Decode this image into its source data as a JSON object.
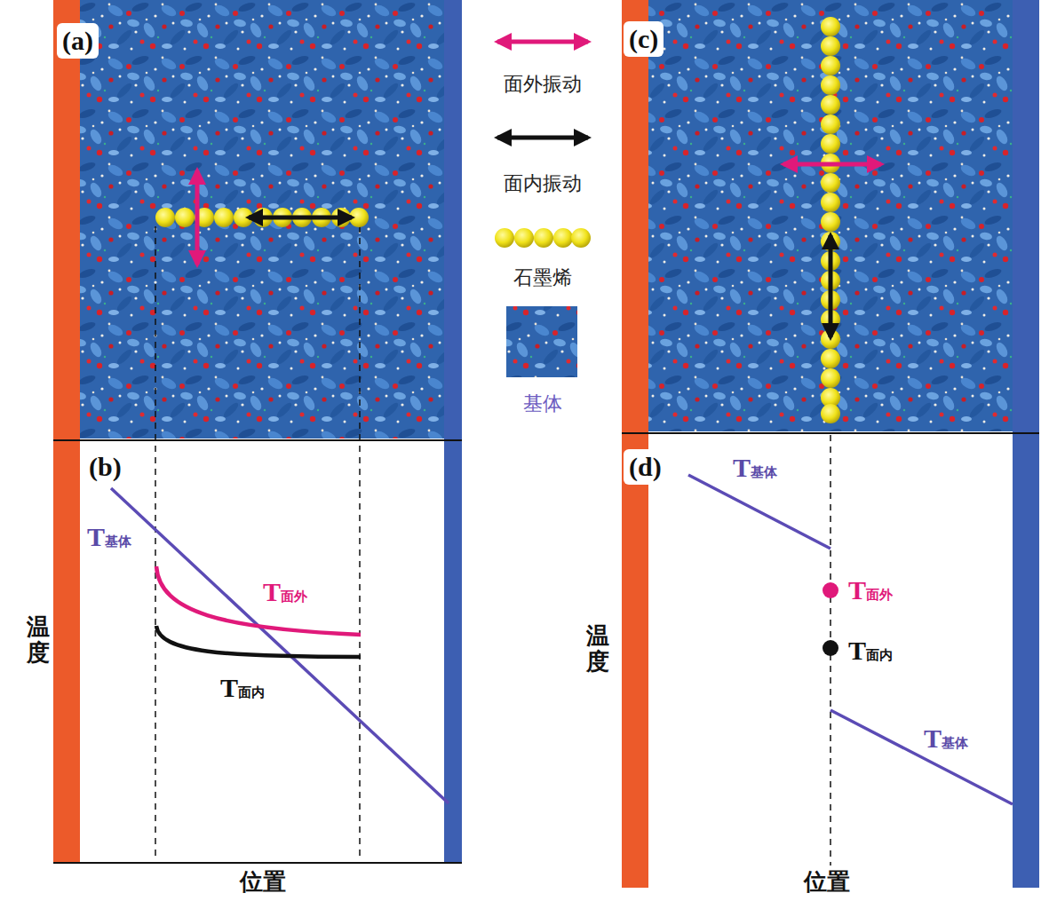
{
  "diagram": {
    "labels": [
      "(a)",
      "(c)",
      "(b)",
      "T基体",
      "T面外",
      "T面内",
      "温度",
      "位置",
      "(d)",
      "T基体",
      "T面外",
      "T面内",
      "T基体",
      "温度",
      "位置"
    ],
    "legend": [
      {
        "text": "面外振动"
      },
      {
        "text": "面内振动"
      },
      {
        "text": "石墨烯"
      },
      {
        "text": "基体"
      }
    ]
  }
}
